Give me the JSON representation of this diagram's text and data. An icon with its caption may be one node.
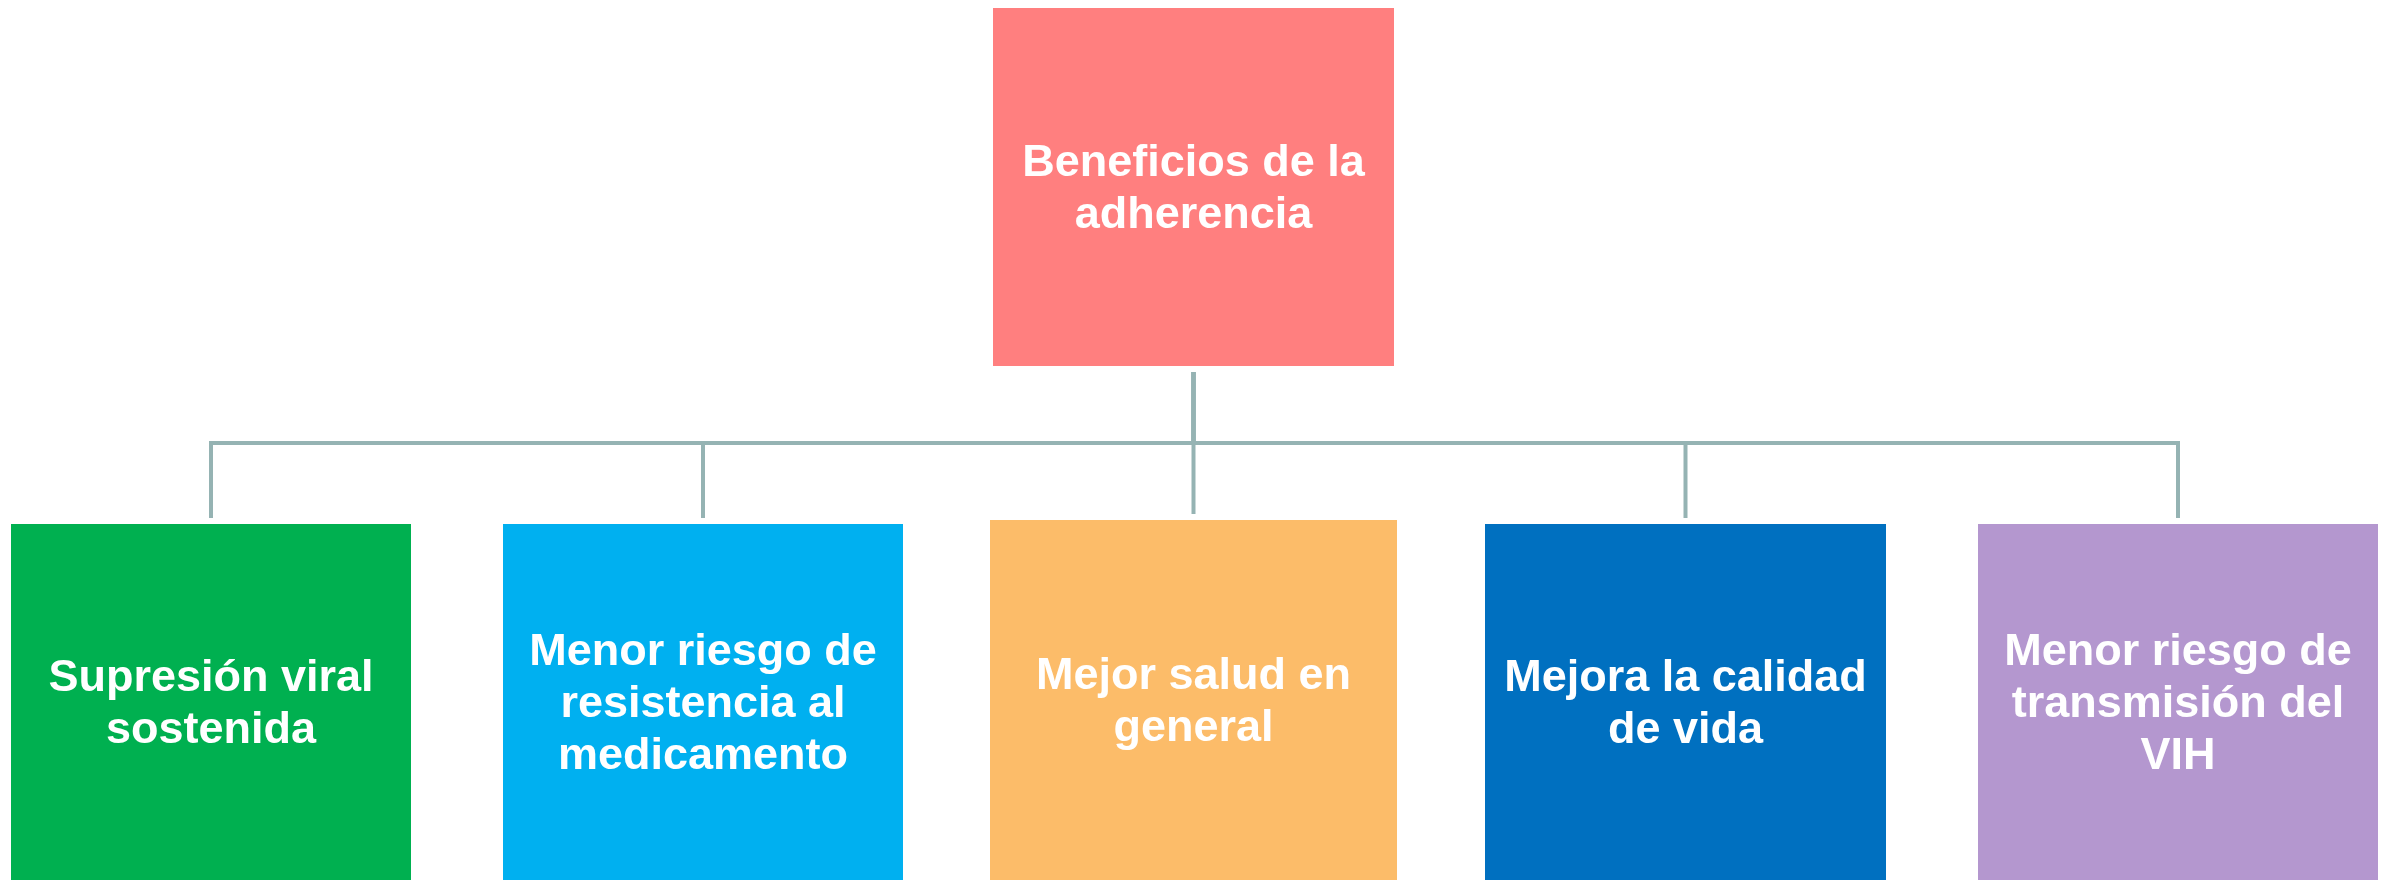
{
  "diagram": {
    "nodes": [
      {
        "text": [
          "Beneficios de la adherencia"
        ]
      },
      {
        "text": [
          "Supresión viral sostenida"
        ]
      },
      {
        "text": [
          "Menor riesgo de resistencia al medicamento"
        ]
      },
      {
        "text": [
          "Mejor salud en general"
        ]
      },
      {
        "text": [
          "Mejora la calidad de vida"
        ]
      },
      {
        "text": [
          "Menor riesgo de transmisión del VIH"
        ]
      }
    ],
    "edges": [
      {
        "from": 0,
        "to": 1,
        "arrow": "none"
      },
      {
        "from": 0,
        "to": 2,
        "arrow": "none"
      },
      {
        "from": 0,
        "to": 3,
        "arrow": "none"
      },
      {
        "from": 0,
        "to": 4,
        "arrow": "none"
      },
      {
        "from": 0,
        "to": 5,
        "arrow": "none"
      }
    ]
  }
}
